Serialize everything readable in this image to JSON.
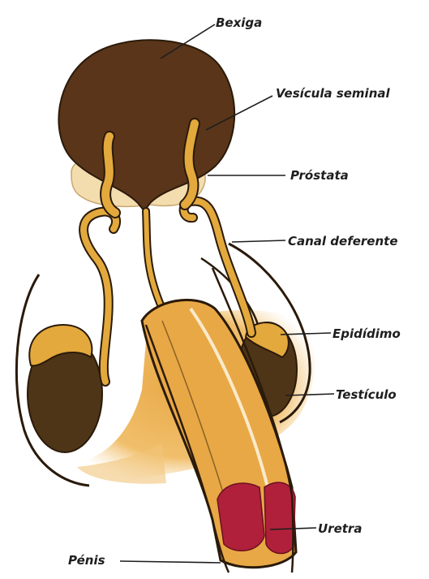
{
  "labels": {
    "bexiga": "Bexiga",
    "vesicula_seminal": "Vesícula seminal",
    "prostata": "Próstata",
    "canal_deferente": "Canal deferente",
    "epididimo": "Epidídimo",
    "testiculo": "Testículo",
    "uretra": "Uretra",
    "penis": "Pénis"
  },
  "colors": {
    "bladder": "#5a3519",
    "testis": "#4f3517",
    "prostate": "#f3dcae",
    "duct": "#e3a93c",
    "shaft": "#e8a845",
    "glans": "#b0203a",
    "outline": "#2a1a0a"
  }
}
